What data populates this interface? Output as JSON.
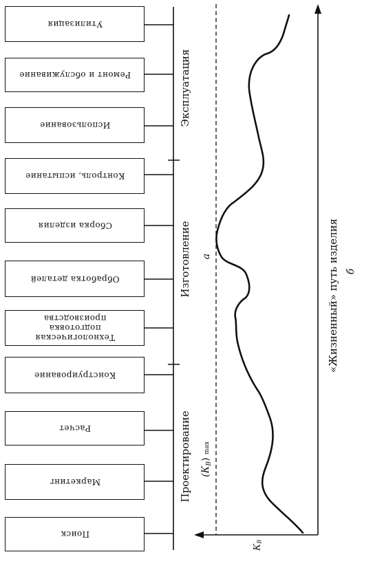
{
  "stages": [
    {
      "id": "utilization",
      "label": "Утилизация"
    },
    {
      "id": "repair",
      "label": "Ремонт и обслуживание"
    },
    {
      "id": "usage",
      "label": "Использование"
    },
    {
      "id": "control",
      "label": "Контроль, испытание"
    },
    {
      "id": "assembly",
      "label": "Сборка изделия"
    },
    {
      "id": "machining",
      "label": "Обработка деталей"
    },
    {
      "id": "tech_prep",
      "label": "Технологическая подготовка производства"
    },
    {
      "id": "design",
      "label": "Конструирование"
    },
    {
      "id": "calculation",
      "label": "Расчет"
    },
    {
      "id": "marketing",
      "label": "Маркетинг"
    },
    {
      "id": "search",
      "label": "Поиск"
    }
  ],
  "phases": {
    "exploitation": "Эксплуатация",
    "manufacturing": "Изготовление",
    "design": "Проектирование"
  },
  "axis": {
    "life_path_label": "«Жизненный» путь изделия",
    "letter_a": "а",
    "letter_b": "б",
    "k_main": "К",
    "k_sub": "В",
    "kmax_main": "(К",
    "kmax_sub": "В",
    "kmax_close": ")",
    "kmax_suffix": "max"
  }
}
